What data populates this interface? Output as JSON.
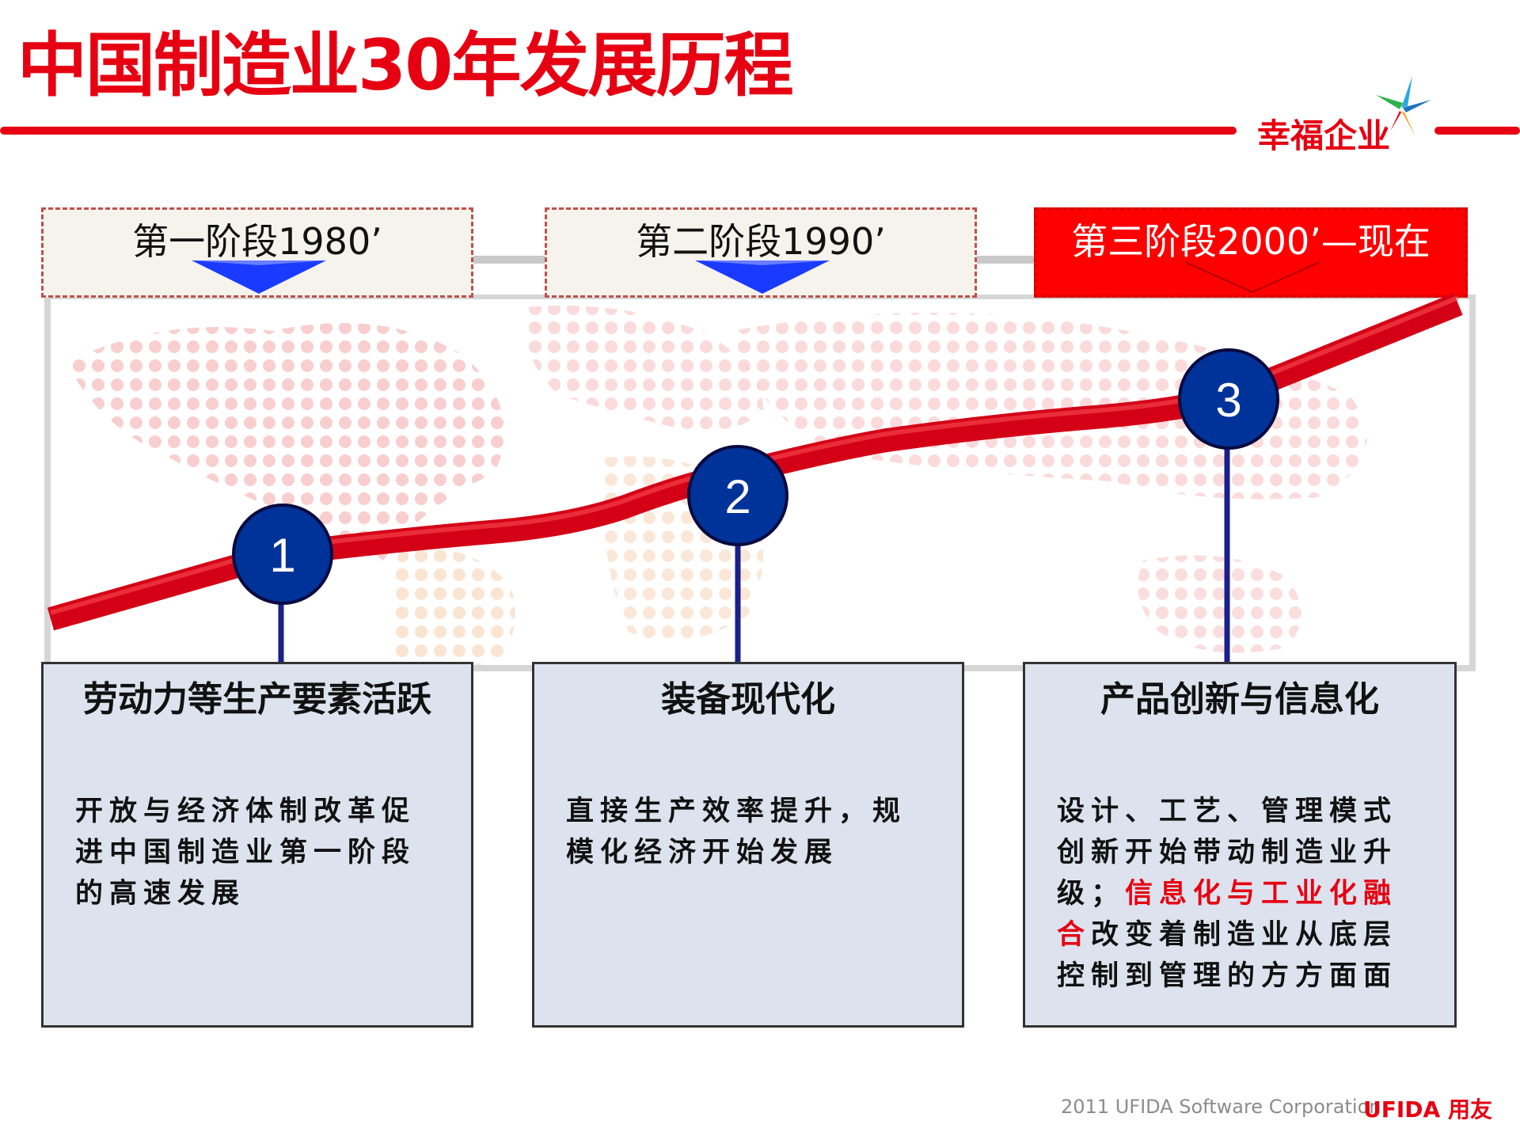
{
  "header": {
    "title": "中国制造业30年发展历程",
    "brand": "幸福企业"
  },
  "stages": [
    {
      "label": "第一阶段1980’",
      "number": "1",
      "title": "劳动力等生产要素活跃",
      "body": "开放与经济体制改革促进中国制造业第一阶段的高速发展",
      "active": false
    },
    {
      "label": "第二阶段1990’",
      "number": "2",
      "title": "装备现代化",
      "body": "直接生产效率提升，规模化经济开始发展",
      "active": false
    },
    {
      "label": "第三阶段2000’—现在",
      "number": "3",
      "title": "产品创新与信息化",
      "body_before": "设计、工艺、管理模式创新开始带动制造业升级；",
      "body_highlight": "信息化与工业化融合",
      "body_after": "改变着制造业从底层控制到管理的方方面面",
      "active": true
    }
  ],
  "footer": {
    "copyright": "2011 UFIDA Software Corporation",
    "brand": "UFIDA 用友"
  },
  "colors": {
    "accent": "#e60012",
    "node": "#003399",
    "card": "#dde3ee"
  }
}
